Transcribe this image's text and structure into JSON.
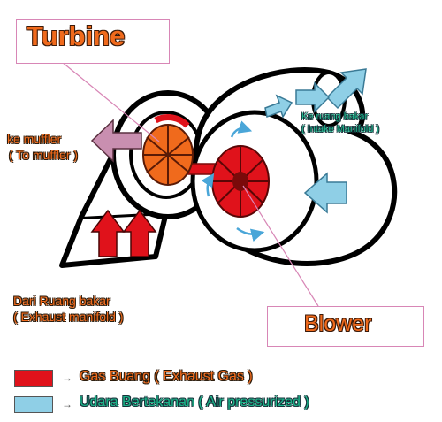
{
  "titles": {
    "turbine": "Turbine",
    "blower": "Blower"
  },
  "notes": {
    "muffler_line1": "ke muffler",
    "muffler_line2": "( To muffler )",
    "intake_line1": "Ke ruang bakar",
    "intake_line2": "( Intake Manifold )",
    "exhaust_line1": "Dari Ruang bakar",
    "exhaust_line2": "( Exhaust manifold )"
  },
  "legend": {
    "exhaust_label": "Gas Buang ( Exhaust Gas )",
    "air_label": "Udara Bertekanan ( Air pressurized )",
    "arrow_glyph": "→"
  },
  "colors": {
    "exhaust_red": "#e0121b",
    "air_blue": "#8fcfe6",
    "text_orange": "#f06a1c",
    "text_green": "#1ab489",
    "box_border": "#d886b6",
    "muffler_pink": "#c98fb0"
  }
}
